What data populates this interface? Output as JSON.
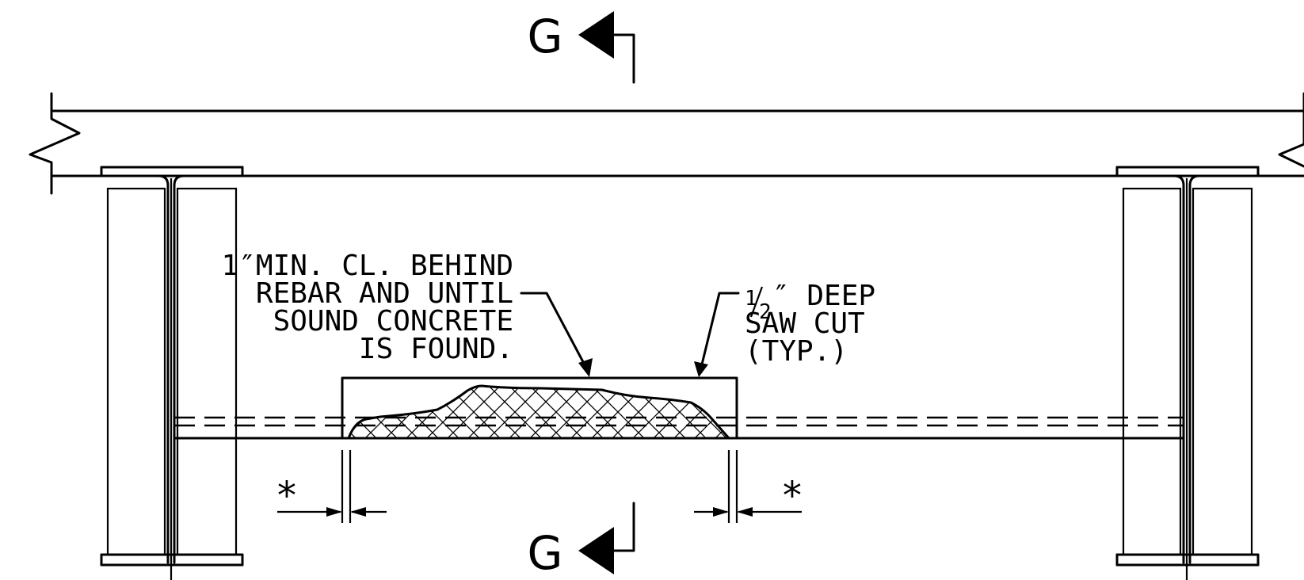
{
  "section_marks": {
    "top": "G",
    "bottom": "G"
  },
  "notes": {
    "cover": {
      "line1": "1″MIN. CL. BEHIND",
      "line2": "REBAR AND UNTIL",
      "line3": "SOUND CONCRETE",
      "line4": "IS FOUND."
    },
    "saw_cut": {
      "line1_tail": "″ DEEP",
      "line2": "SAW CUT",
      "line3": "(TYP.)",
      "fraction_num": "1",
      "fraction_den": "2"
    }
  },
  "dimension_marks": {
    "left": "*",
    "right": "*"
  }
}
